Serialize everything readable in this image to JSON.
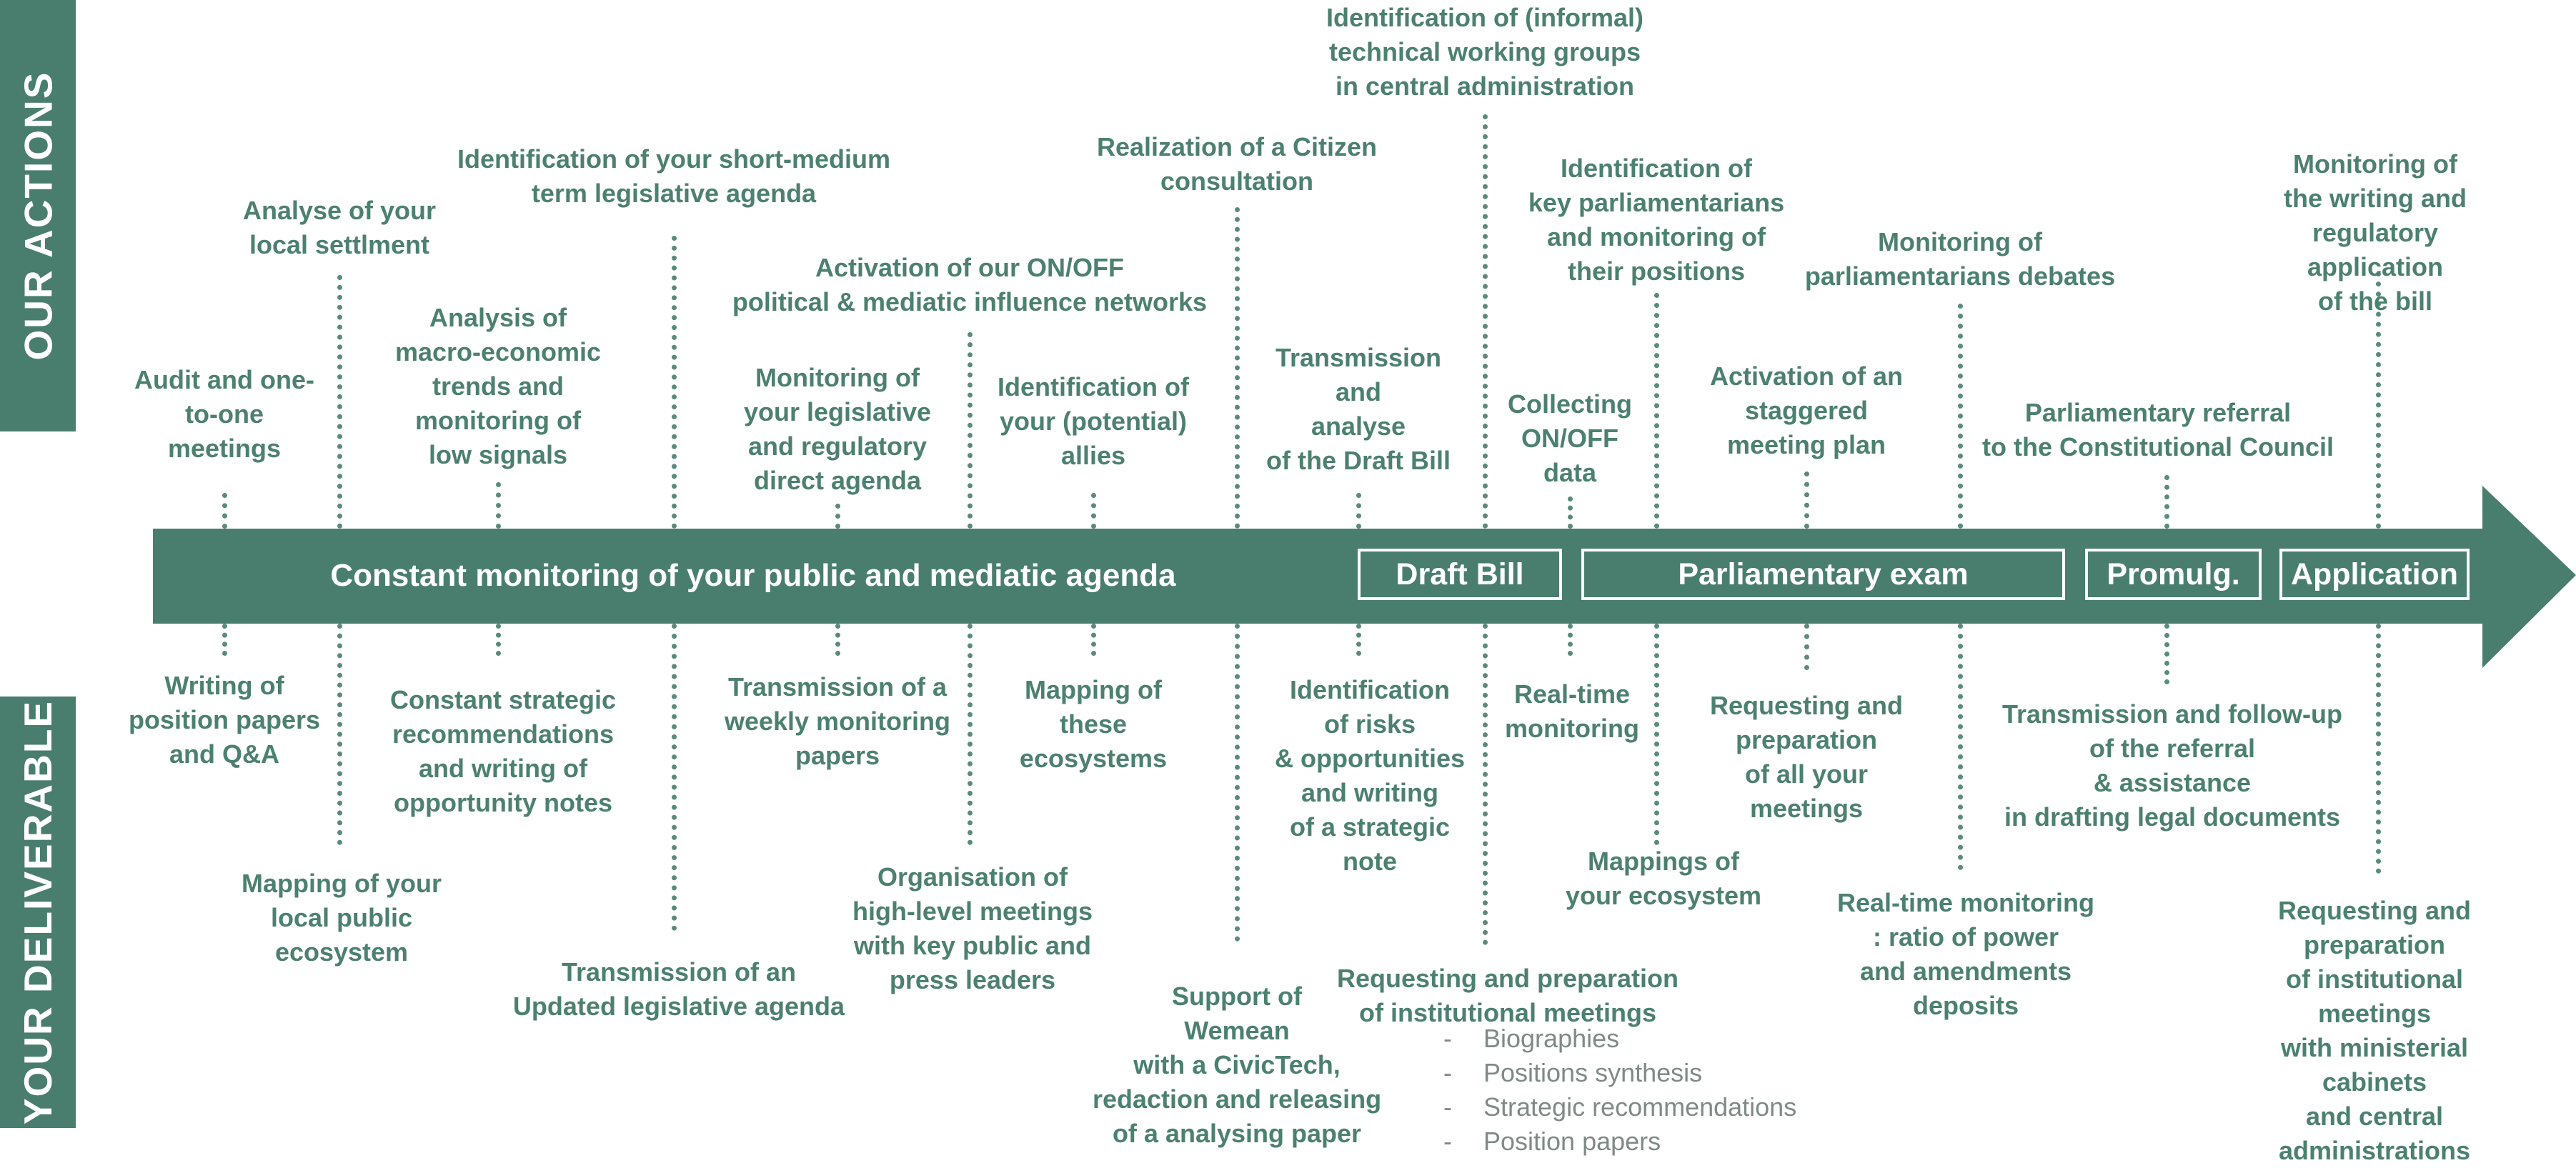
{
  "side_labels": {
    "top": "OUR ACTIONS",
    "bottom": "YOUR DELIVERABLE"
  },
  "arrow": {
    "main_label": "Constant monitoring of your public and mediatic agenda",
    "phases": [
      "Draft Bill",
      "Parliamentary exam",
      "Promulg.",
      "Application"
    ]
  },
  "actions": [
    "Audit and one-\nto-one\nmeetings",
    "Analyse of your\nlocal settlment",
    "Analysis of\nmacro-economic\ntrends and\nmonitoring of\nlow signals",
    "Identification of your short-medium\nterm legislative agenda",
    "Monitoring of\nyour legislative\nand regulatory\ndirect agenda",
    "Activation of our ON/OFF\npolitical & mediatic influence networks",
    "Identification of\nyour (potential)\nallies",
    "Realization of a Citizen\nconsultation",
    "Transmission\nand\nanalyse\nof the Draft Bill",
    "Identification of (informal)\ntechnical working groups\nin central administration",
    "Collecting\nON/OFF\ndata",
    "Identification of\nkey parliamentarians\nand monitoring of\ntheir positions",
    "Activation of an\nstaggered\nmeeting plan",
    "Monitoring of\nparliamentarians debates",
    "Parliamentary referral\nto the Constitutional Council",
    "Monitoring of the writing and\nregulatory application\nof the bill"
  ],
  "deliverables": [
    "Writing of\nposition papers\nand Q&A",
    "Mapping of your\nlocal public\necosystem",
    "Constant strategic\nrecommendations\nand writing of\nopportunity notes",
    "Transmission of an\nUpdated legislative agenda",
    "Transmission of a\nweekly monitoring\npapers",
    "Organisation of\nhigh-level meetings\nwith key public and\npress leaders",
    "Mapping of\nthese\necosystems",
    "Support of\nWemean\nwith a CivicTech,\nredaction and releasing\nof a analysing paper",
    "Identification\nof risks\n& opportunities\nand writing\nof a strategic\nnote",
    "Requesting and preparation\nof institutional meetings",
    "Real-time\nmonitoring",
    "Mappings of\nyour ecosystem",
    "Requesting and\npreparation\nof all your\nmeetings",
    "Real-time monitoring\n: ratio of power\nand amendments\ndeposits",
    "Transmission and follow-up\nof the referral\n& assistance\nin drafting legal documents",
    "Requesting and preparation\nof institutional meetings\nwith ministerial cabinets\nand central administrations"
  ],
  "institutional_sublist": [
    "Biographies",
    "Positions synthesis",
    "Strategic recommendations",
    "Position papers"
  ],
  "colors": {
    "primary": "#497e6f",
    "text": "#4c8070",
    "sublist": "#7f8a87"
  }
}
